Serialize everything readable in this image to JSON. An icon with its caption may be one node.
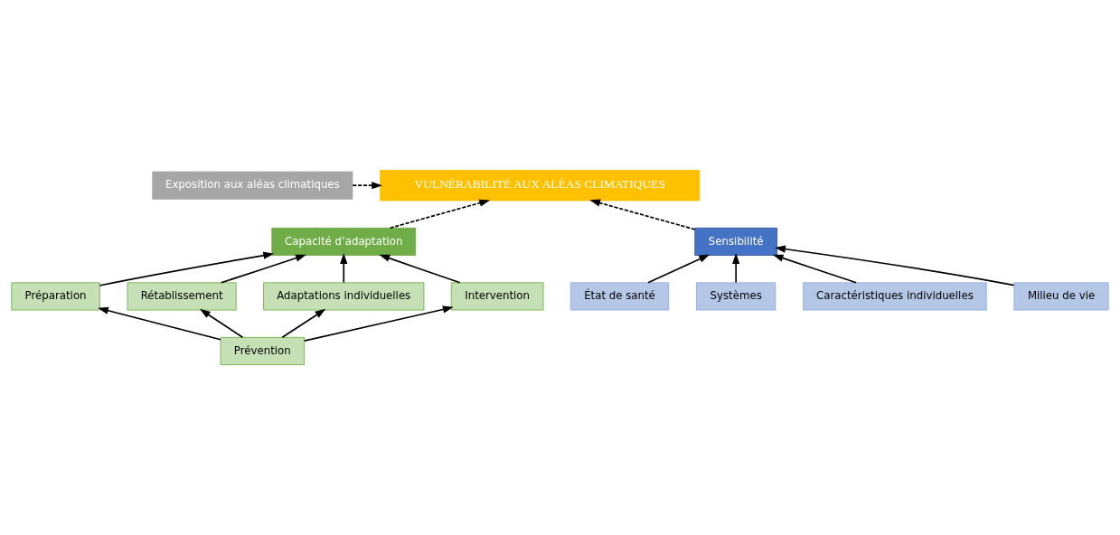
{
  "diagram": {
    "nodes": [
      {
        "text": [
          "Exposition aux aléas climatiques"
        ]
      },
      {
        "text": [
          "VULNÉRABILITÉ AUX ALÉAS CLIMATIQUES"
        ]
      },
      {
        "text": [
          "Capacité d’adaptation"
        ]
      },
      {
        "text": [
          "Sensibilité"
        ]
      },
      {
        "text": [
          "État de santé"
        ]
      },
      {
        "text": [
          "Systèmes"
        ]
      },
      {
        "text": [
          "Caractéristiques individuelles"
        ]
      },
      {
        "text": [
          "Milieu de vie"
        ]
      },
      {
        "text": [
          "Préparation"
        ]
      },
      {
        "text": [
          "Rétablissement"
        ]
      },
      {
        "text": [
          "Adaptations individuelles"
        ]
      },
      {
        "text": [
          "Intervention"
        ]
      },
      {
        "text": [
          "Prévention"
        ]
      }
    ],
    "edges": [
      {
        "from": 0,
        "to": 1,
        "arrow": "to",
        "style": "dashed"
      },
      {
        "from": 3,
        "to": 1,
        "arrow": "to",
        "style": "dashed"
      },
      {
        "from": 2,
        "to": 1,
        "arrow": "to",
        "style": "dashed"
      },
      {
        "from": 4,
        "to": 3,
        "arrow": "to"
      },
      {
        "from": 5,
        "to": 3,
        "arrow": "to"
      },
      {
        "from": 6,
        "to": 3,
        "arrow": "to"
      },
      {
        "from": 7,
        "to": 3,
        "arrow": "to"
      },
      {
        "from": 8,
        "to": 2,
        "arrow": "to"
      },
      {
        "from": 9,
        "to": 2,
        "arrow": "to"
      },
      {
        "from": 10,
        "to": 2,
        "arrow": "to"
      },
      {
        "from": 11,
        "to": 2,
        "arrow": "to"
      },
      {
        "from": 12,
        "to": 8,
        "arrow": "to"
      },
      {
        "from": 12,
        "to": 9,
        "arrow": "to"
      },
      {
        "from": 12,
        "to": 10,
        "arrow": "to"
      },
      {
        "from": 12,
        "to": 11,
        "arrow": "to"
      }
    ]
  }
}
